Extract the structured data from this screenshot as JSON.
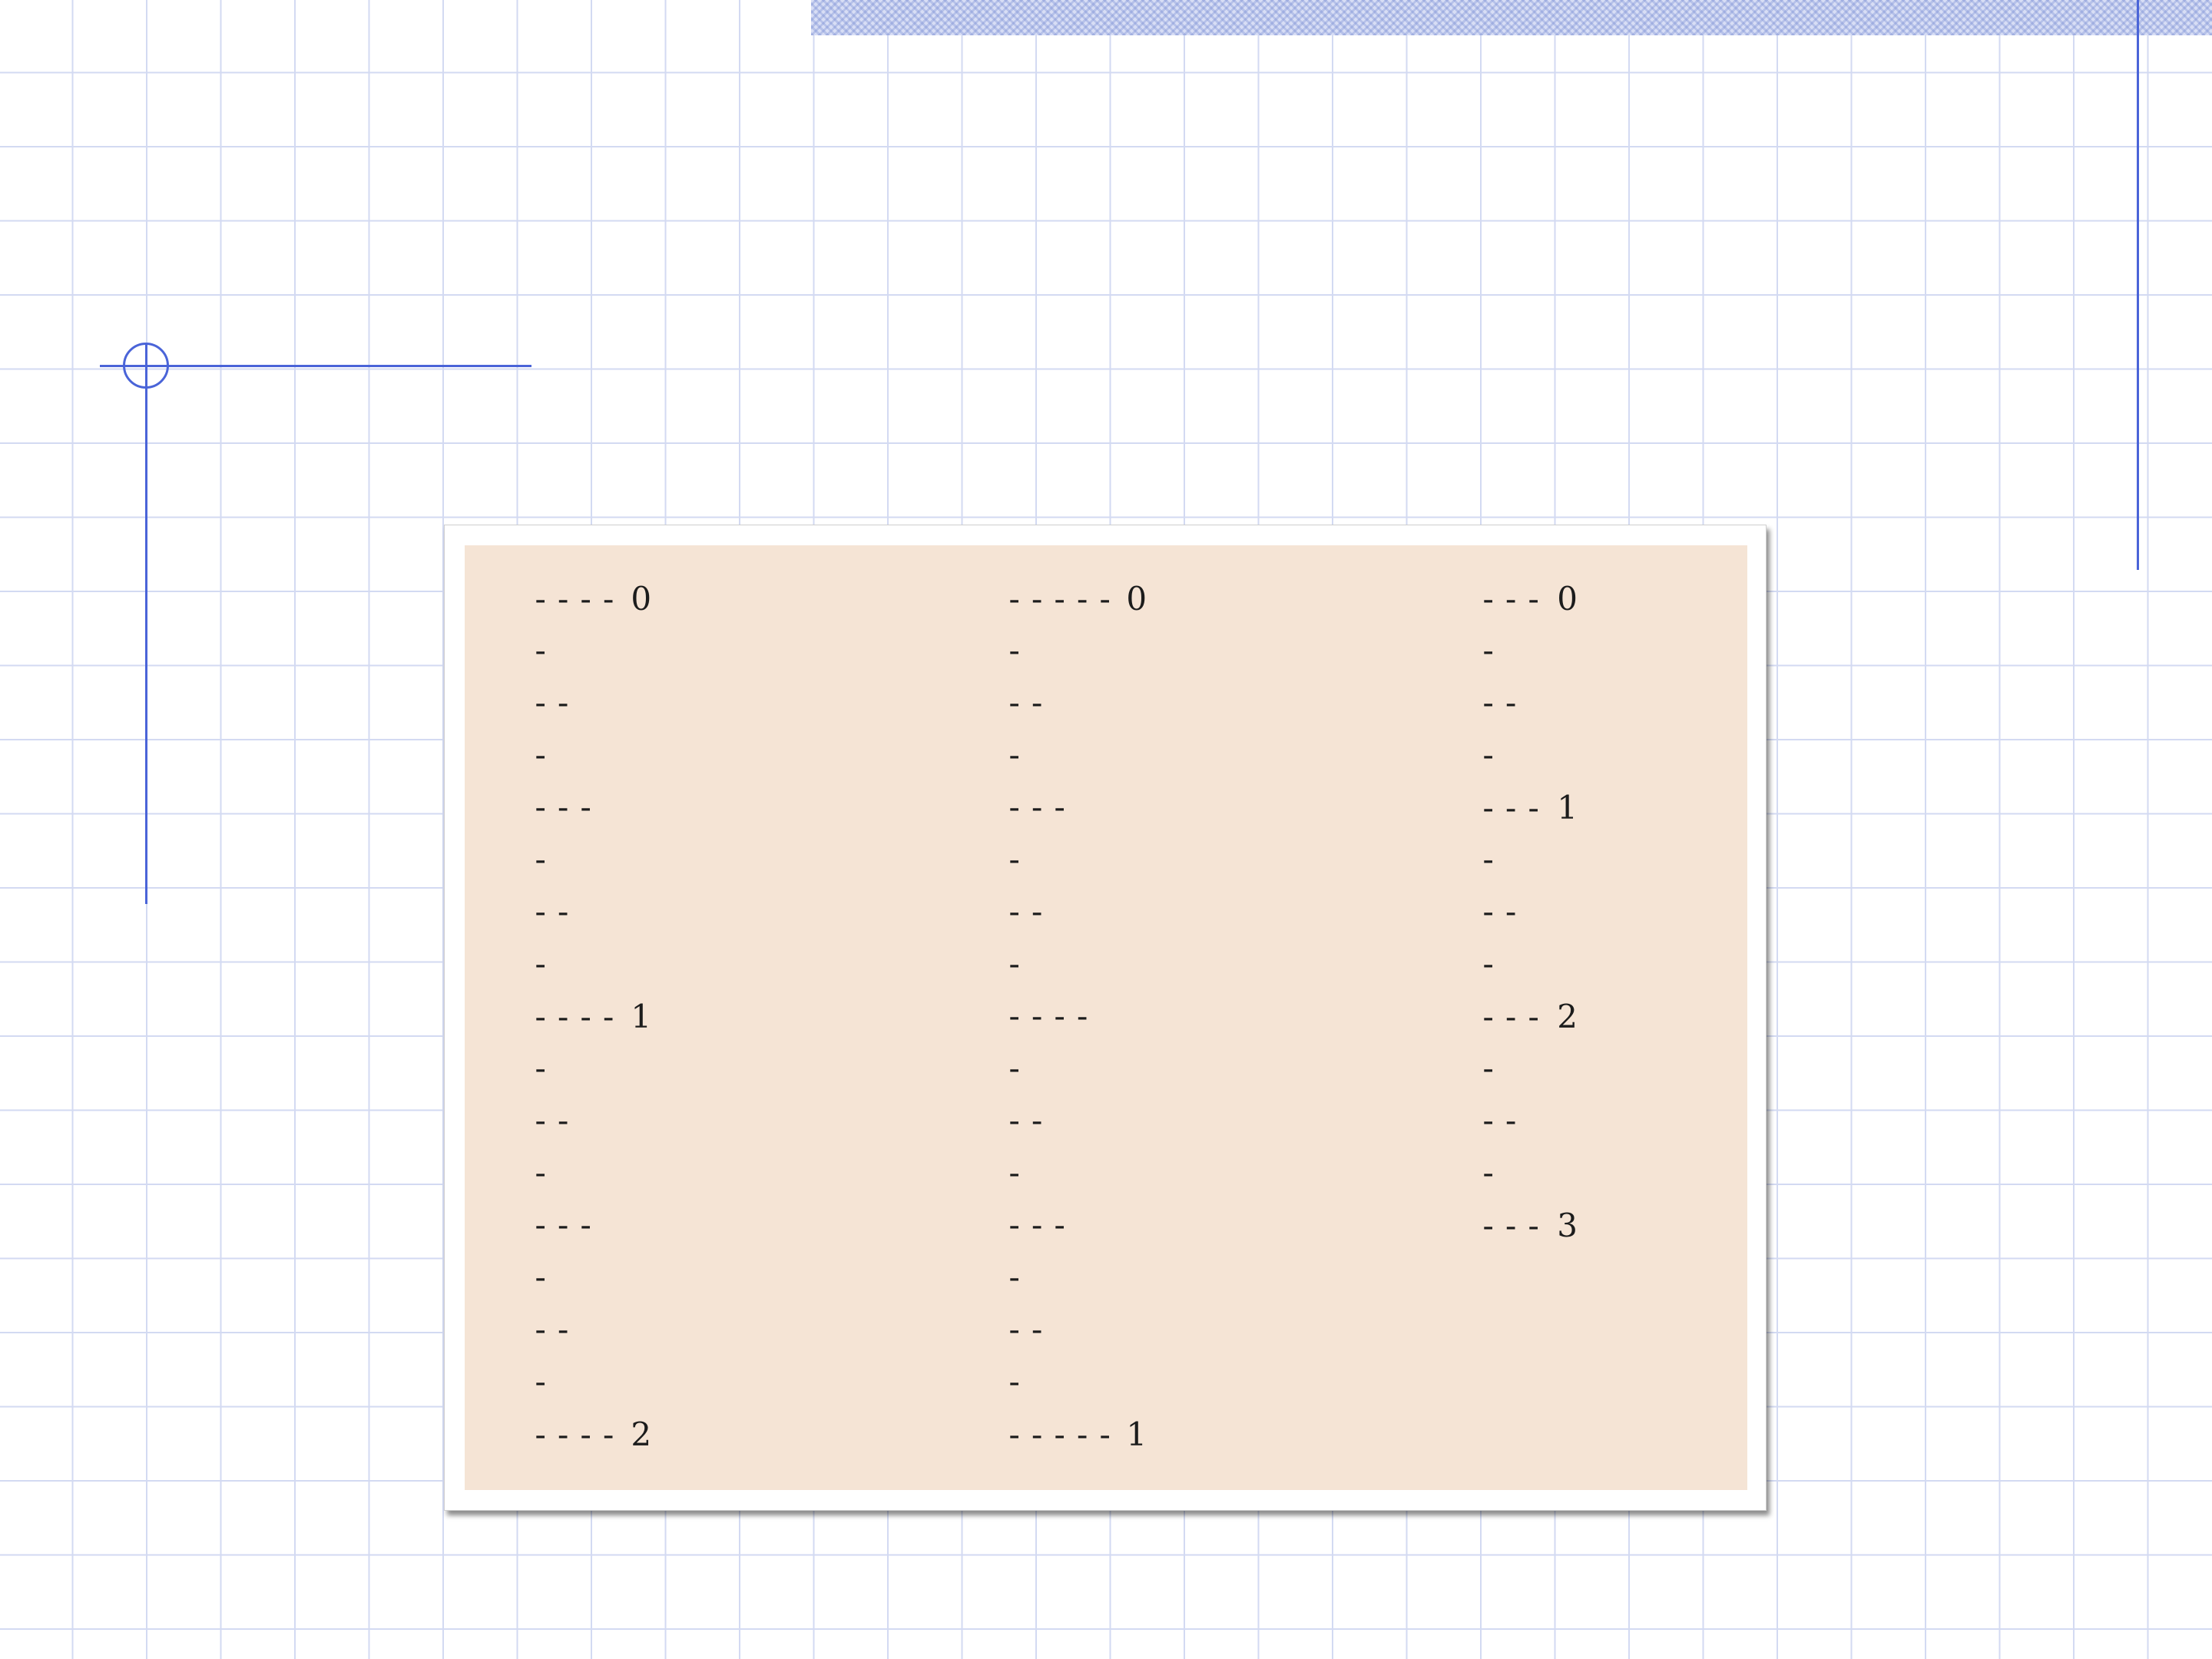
{
  "rulers": [
    {
      "name": "ruler-1",
      "ticks": [
        {
          "dashes": "----",
          "label": "0"
        },
        {
          "dashes": "-",
          "label": ""
        },
        {
          "dashes": "--",
          "label": ""
        },
        {
          "dashes": "-",
          "label": ""
        },
        {
          "dashes": "---",
          "label": ""
        },
        {
          "dashes": "-",
          "label": ""
        },
        {
          "dashes": "--",
          "label": ""
        },
        {
          "dashes": "-",
          "label": ""
        },
        {
          "dashes": "----",
          "label": "1"
        },
        {
          "dashes": "-",
          "label": ""
        },
        {
          "dashes": "--",
          "label": ""
        },
        {
          "dashes": "-",
          "label": ""
        },
        {
          "dashes": "---",
          "label": ""
        },
        {
          "dashes": "-",
          "label": ""
        },
        {
          "dashes": "--",
          "label": ""
        },
        {
          "dashes": "-",
          "label": ""
        },
        {
          "dashes": "----",
          "label": "2"
        }
      ]
    },
    {
      "name": "ruler-2",
      "ticks": [
        {
          "dashes": "-----",
          "label": "0"
        },
        {
          "dashes": "-",
          "label": ""
        },
        {
          "dashes": "--",
          "label": ""
        },
        {
          "dashes": "-",
          "label": ""
        },
        {
          "dashes": "---",
          "label": ""
        },
        {
          "dashes": "-",
          "label": ""
        },
        {
          "dashes": "--",
          "label": ""
        },
        {
          "dashes": "-",
          "label": ""
        },
        {
          "dashes": "----",
          "label": ""
        },
        {
          "dashes": "-",
          "label": ""
        },
        {
          "dashes": "--",
          "label": ""
        },
        {
          "dashes": "-",
          "label": ""
        },
        {
          "dashes": "---",
          "label": ""
        },
        {
          "dashes": "-",
          "label": ""
        },
        {
          "dashes": "--",
          "label": ""
        },
        {
          "dashes": "-",
          "label": ""
        },
        {
          "dashes": "-----",
          "label": "1"
        }
      ]
    },
    {
      "name": "ruler-3",
      "ticks": [
        {
          "dashes": "---",
          "label": "0"
        },
        {
          "dashes": "-",
          "label": ""
        },
        {
          "dashes": "--",
          "label": ""
        },
        {
          "dashes": "-",
          "label": ""
        },
        {
          "dashes": "---",
          "label": "1"
        },
        {
          "dashes": "-",
          "label": ""
        },
        {
          "dashes": "--",
          "label": ""
        },
        {
          "dashes": "-",
          "label": ""
        },
        {
          "dashes": "---",
          "label": "2"
        },
        {
          "dashes": "-",
          "label": ""
        },
        {
          "dashes": "--",
          "label": ""
        },
        {
          "dashes": "-",
          "label": ""
        },
        {
          "dashes": "---",
          "label": "3"
        }
      ]
    }
  ],
  "colors": {
    "grid": "#d3daf2",
    "accent_rule": "#4a64d8",
    "panel_background": "#f5e4d5",
    "text": "#1c1c1c"
  }
}
